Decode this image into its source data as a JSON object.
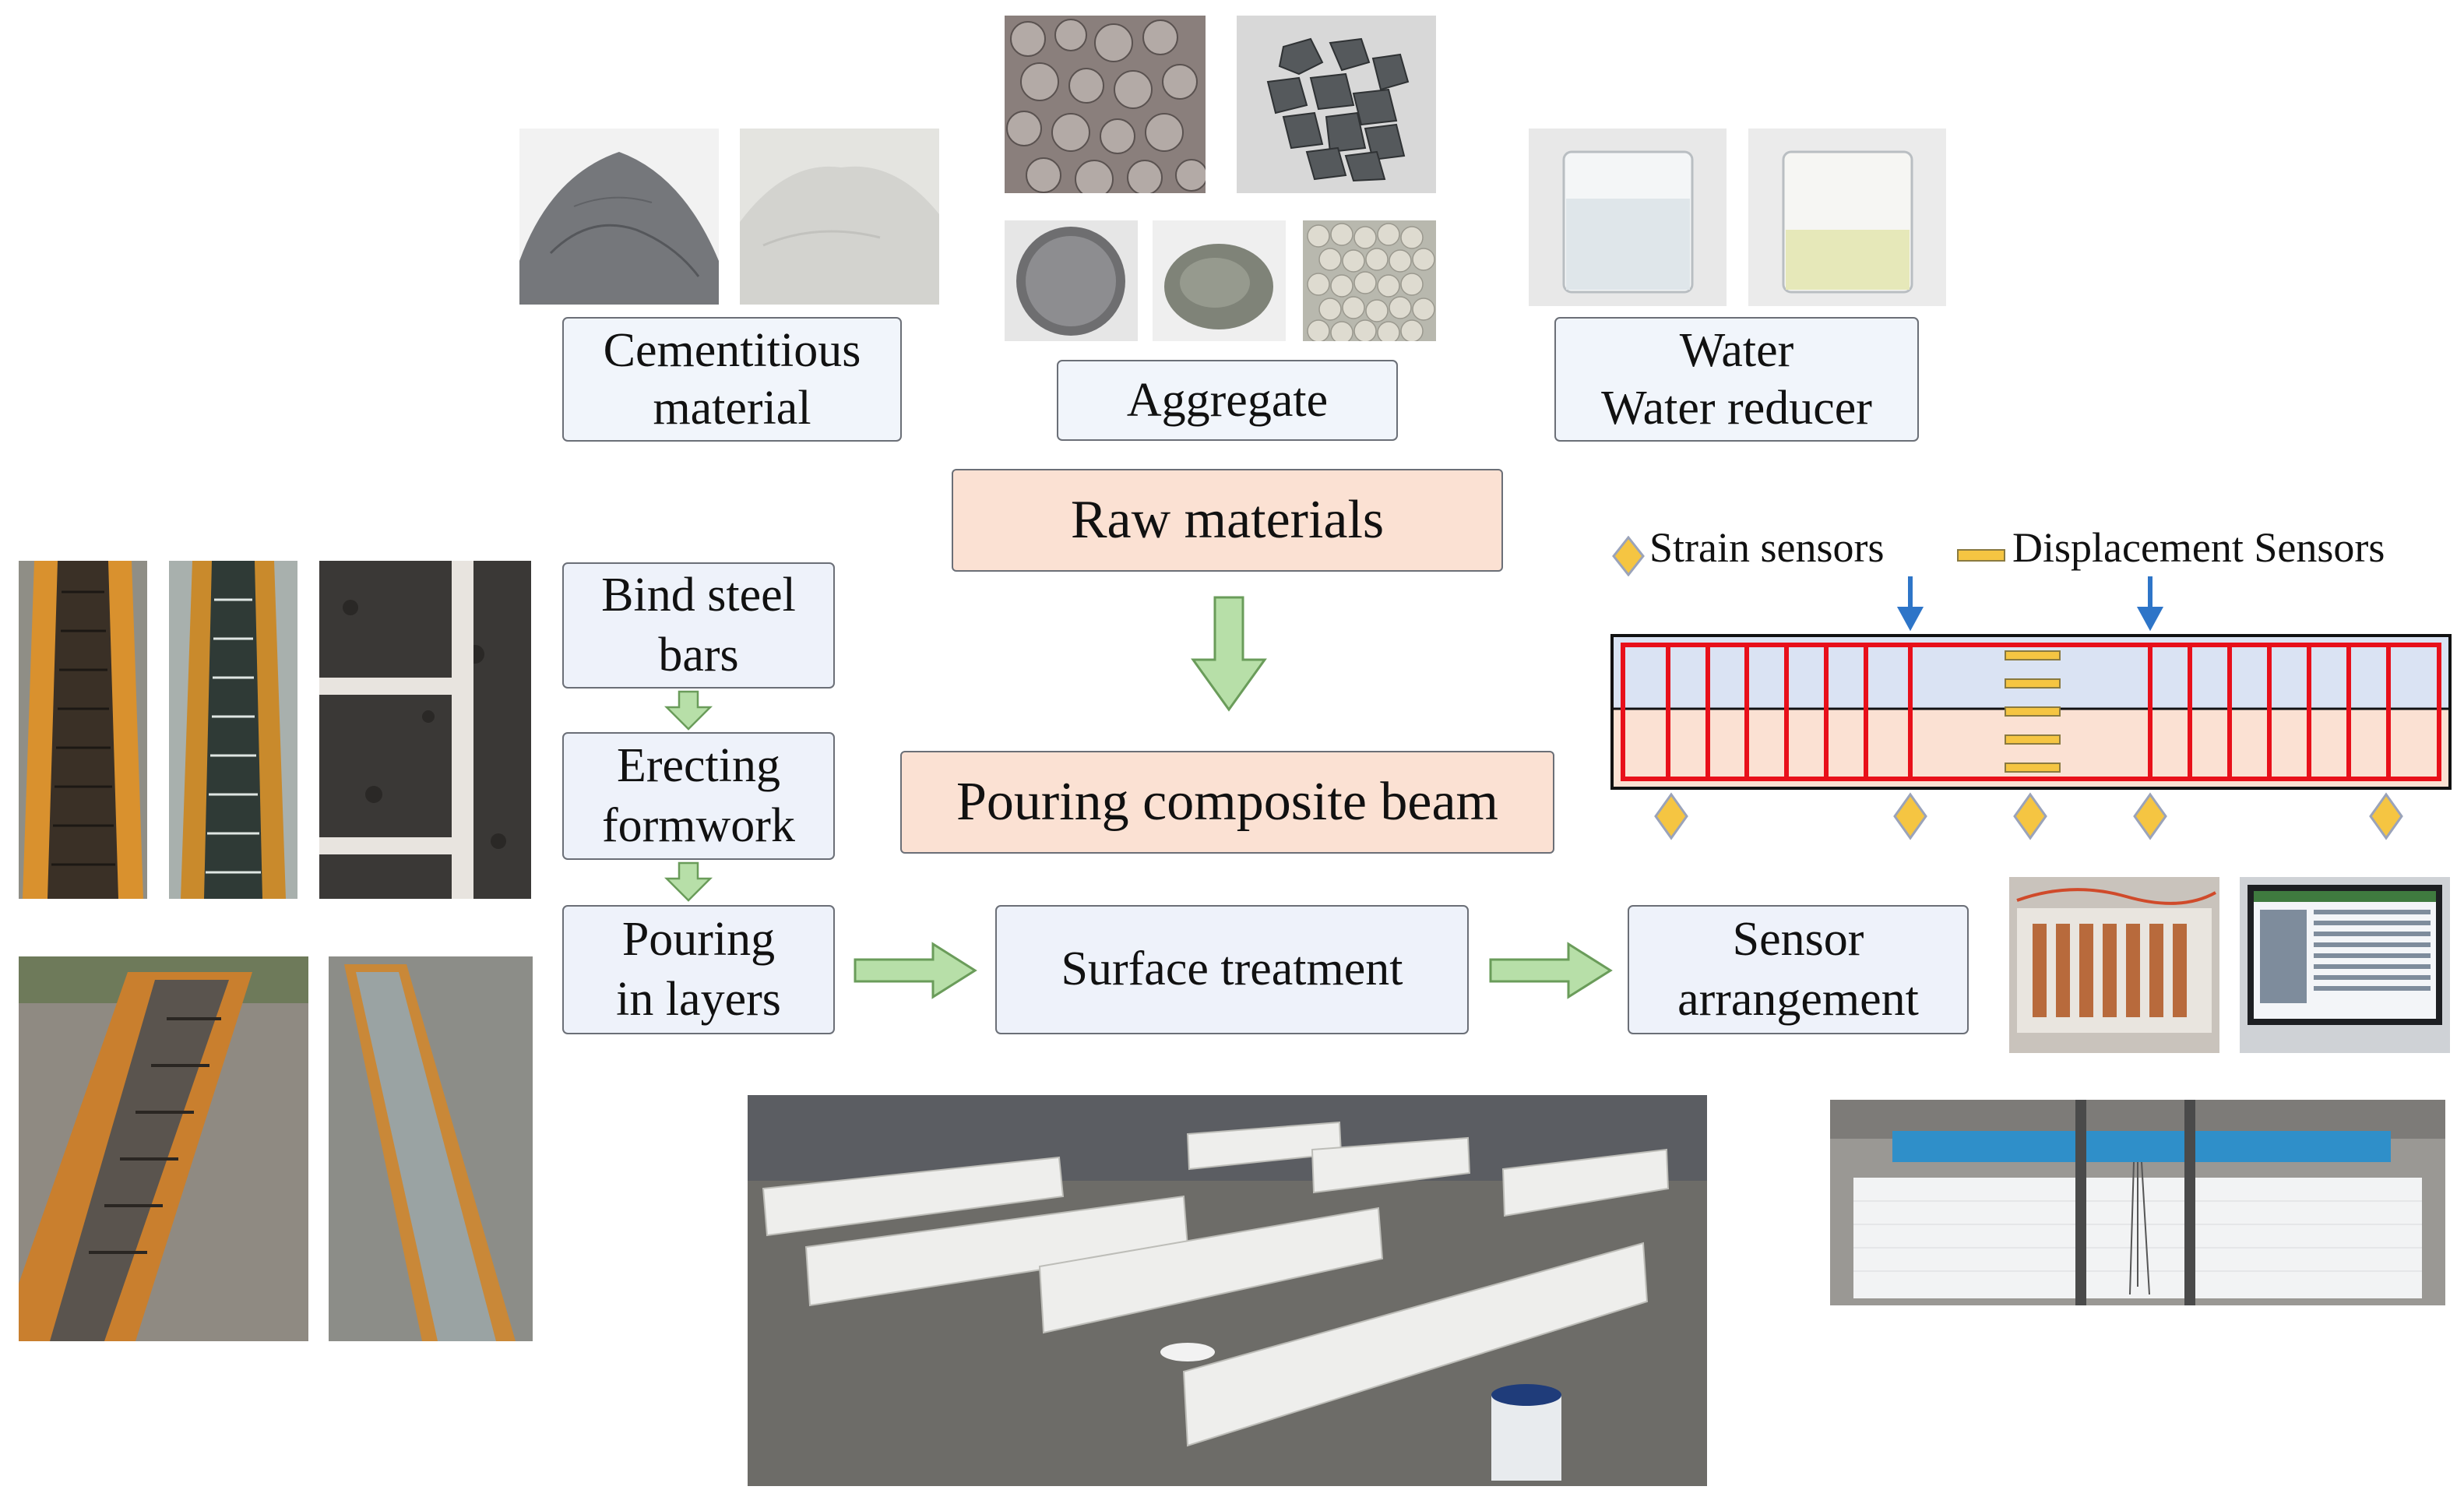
{
  "materials": {
    "cementitious": {
      "line1": "Cementitious",
      "line2": "material"
    },
    "aggregate": {
      "label": "Aggregate"
    },
    "water": {
      "line1": "Water",
      "line2": "Water reducer"
    }
  },
  "center": {
    "raw_materials": "Raw materials",
    "pouring_beam": "Pouring composite beam"
  },
  "steps": {
    "bind": {
      "line1": "Bind steel",
      "line2": "bars"
    },
    "erect": {
      "line1": "Erecting",
      "line2": "formwork"
    },
    "pour": {
      "line1": "Pouring",
      "line2": "in layers"
    },
    "surface": "Surface treatment",
    "sensor": {
      "line1": "Sensor",
      "line2": "arrangement"
    }
  },
  "legend": {
    "strain": "Strain sensors",
    "displacement": "Displacement Sensors"
  },
  "colors": {
    "arrow_green": "#b7dfa8",
    "peach": "#fbe1d3",
    "box_blue": "#eef2fa",
    "stirrup_red": "#e8101a",
    "beam_top": "#dae3f3",
    "beam_bottom": "#fbe1d3",
    "sensor_yellow": "#f5c542",
    "load_arrow_blue": "#2e75c8"
  }
}
